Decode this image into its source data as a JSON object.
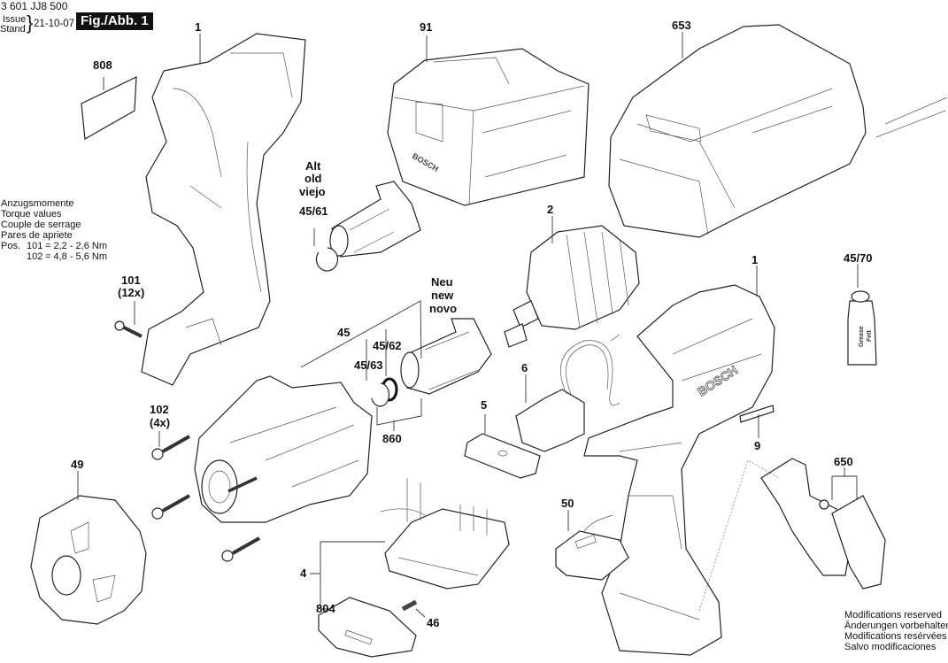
{
  "header": {
    "doc_number": "3 601 JJ8 500",
    "issue_label": "Issue",
    "stand_label": "Stand",
    "issue_date": "21-10-07",
    "figure_label": "Fig./Abb. 1"
  },
  "torque_note": {
    "lines": [
      "Anzugsmomente",
      "Torque values",
      "Couple de serrage",
      "Pares de apriete"
    ],
    "pos_label": "Pos.",
    "values": [
      {
        "pos": "101",
        "range": "= 2,2 - 2,6 Nm"
      },
      {
        "pos": "102",
        "range": "= 4,8 - 5,6 Nm"
      }
    ]
  },
  "footer_note": [
    "Modifications reserved",
    "Änderungen vorbehalten",
    "Modifications resérvées",
    "Salvo modificaciones"
  ],
  "variant_labels": {
    "old": [
      "Alt",
      "old",
      "viejo"
    ],
    "new": [
      "Neu",
      "new",
      "novo"
    ]
  },
  "callouts": {
    "housing_left": "1",
    "housing_right": "1",
    "label_808": "808",
    "battery": "91",
    "charger": "653",
    "anvil_old_ring": "45/61",
    "motor": "2",
    "grease": "45/70",
    "grease_text": [
      "Grease",
      "Fett"
    ],
    "screw_101": "101",
    "screw_101_qty": "(12x)",
    "anvil_new": "45",
    "ring_45_62": "45/62",
    "ring_45_63": "45/63",
    "switch": "6",
    "screw_102": "102",
    "screw_102_qty": "(4x)",
    "kit_860": "860",
    "button_5": "5",
    "nameplate_9": "9",
    "cap_49": "49",
    "clip_650": "650",
    "display_50": "50",
    "electronics_4": "4",
    "plate_804": "804",
    "spring_46": "46"
  },
  "brand": "BOSCH"
}
